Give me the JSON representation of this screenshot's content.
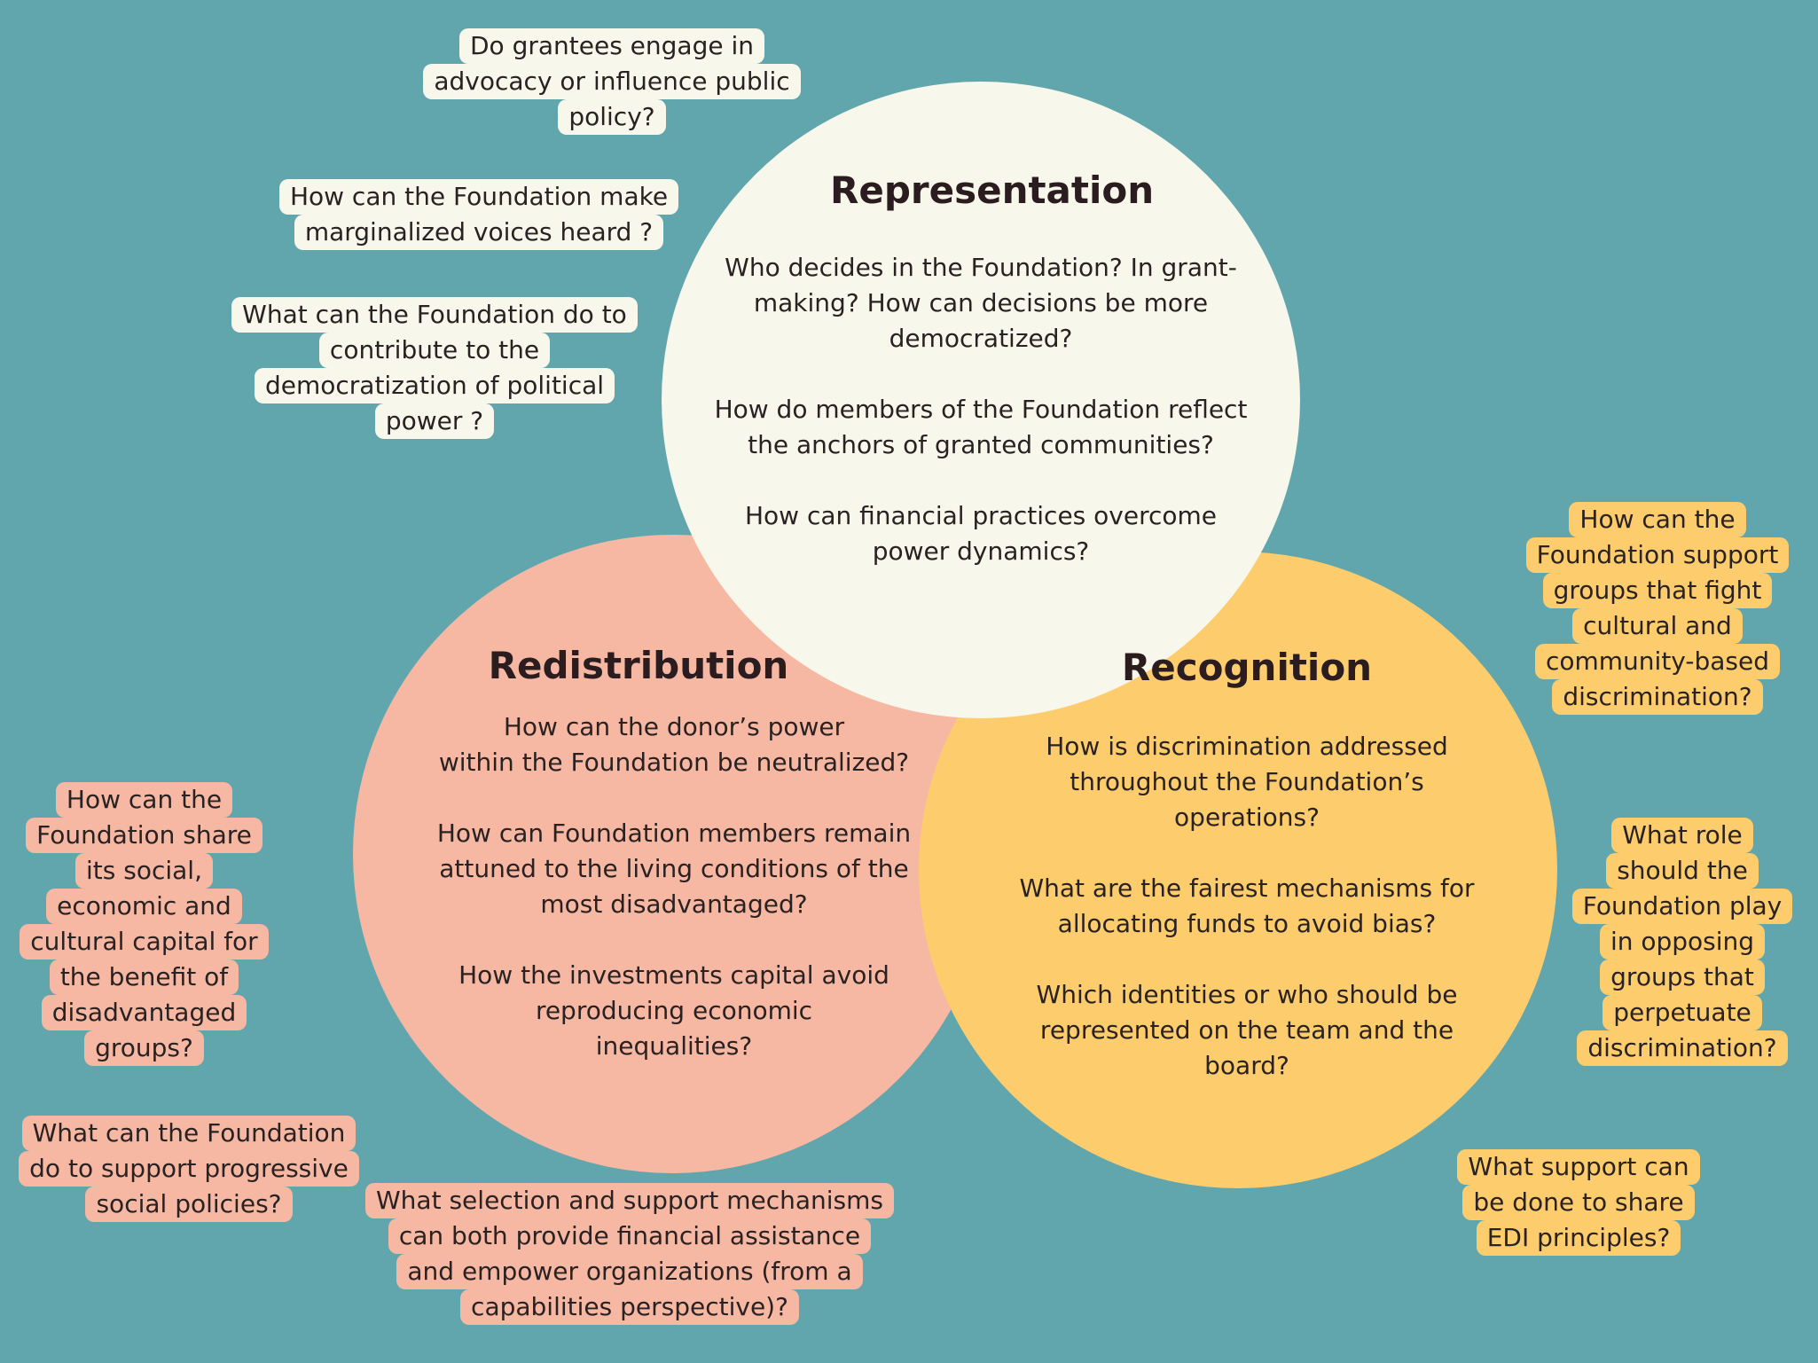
{
  "representation": {
    "title": "Representation",
    "questions": [
      "Who decides in the Foundation? In grant-\nmaking? How can decisions be more\ndemocratized?",
      "How do members of the Foundation reflect\nthe anchors of granted communities?",
      "How can financial practices overcome\npower dynamics?"
    ]
  },
  "redistribution": {
    "title": "Redistribution",
    "questions": [
      "How can the donor’s power\nwithin the Foundation be neutralized?",
      "How can Foundation members remain\nattuned to the living conditions of the\nmost disadvantaged?",
      "How the investments capital avoid\nreproducing economic\ninequalities?"
    ]
  },
  "recognition": {
    "title": "Recognition",
    "questions": [
      "How is discrimination addressed\nthroughout the Foundation’s\noperations?",
      "What are the fairest mechanisms for\nallocating funds to avoid bias?",
      "Which identities or who should be\nrepresented on the team and the\nboard?"
    ]
  },
  "bubbles": {
    "advocacy": [
      "Do grantees engage in",
      "advocacy or influence public",
      "policy?"
    ],
    "voices": [
      "How can the Foundation make",
      "marginalized voices heard ?"
    ],
    "democratization": [
      "What can the Foundation do to",
      "contribute to the",
      "democratization of political",
      "power ?"
    ],
    "share_capital": [
      "How can the",
      "Foundation share",
      "its social,",
      "economic and",
      "cultural capital for",
      "the benefit of",
      "disadvantaged",
      "groups?"
    ],
    "progressive": [
      "What can the Foundation",
      "do to support progressive",
      "social policies?"
    ],
    "selection": [
      "What selection and support mechanisms",
      "can both provide financial assistance",
      "and empower organizations (from a",
      "capabilities perspective)?"
    ],
    "fight_discrimination": [
      "How can the",
      "Foundation support",
      "groups that fight",
      "cultural and",
      "community-based",
      "discrimination?"
    ],
    "opposing": [
      "What role",
      "should the",
      "Foundation play",
      "in opposing",
      "groups that",
      "perpetuate",
      "discrimination?"
    ],
    "edi": [
      "What support can",
      "be done to share",
      "EDI principles?"
    ]
  },
  "colors": {
    "background": "#62a6ad",
    "representation": "#f7f7ec",
    "redistribution": "#f6b8a2",
    "recognition": "#fdcd6d"
  }
}
